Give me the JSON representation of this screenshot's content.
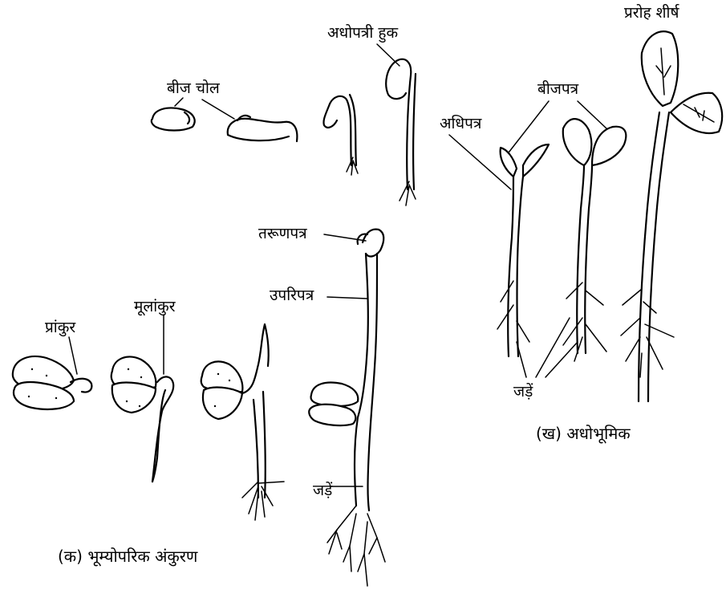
{
  "labels": {
    "beej_chol": "बीज चोल",
    "adhopatri_huk": "अधोपत्री हुक",
    "prarohh_sheersh": "प्ररोह शीर्ष",
    "beejpatra": "बीजपत्र",
    "adhipatra": "अधिपत्र",
    "tarunpatra": "तरूणपत्र",
    "uparipatra": "उपरिपत्र",
    "mulankur": "मूलांकुर",
    "prankur": "प्रांकुर",
    "jaden_right": "जड़ें",
    "jaden_left": "जड़ें"
  },
  "captions": {
    "kha": "(ख)  अधोभूमिक",
    "ka": "(क)  भूम्योपरिक  अंकुरण"
  }
}
